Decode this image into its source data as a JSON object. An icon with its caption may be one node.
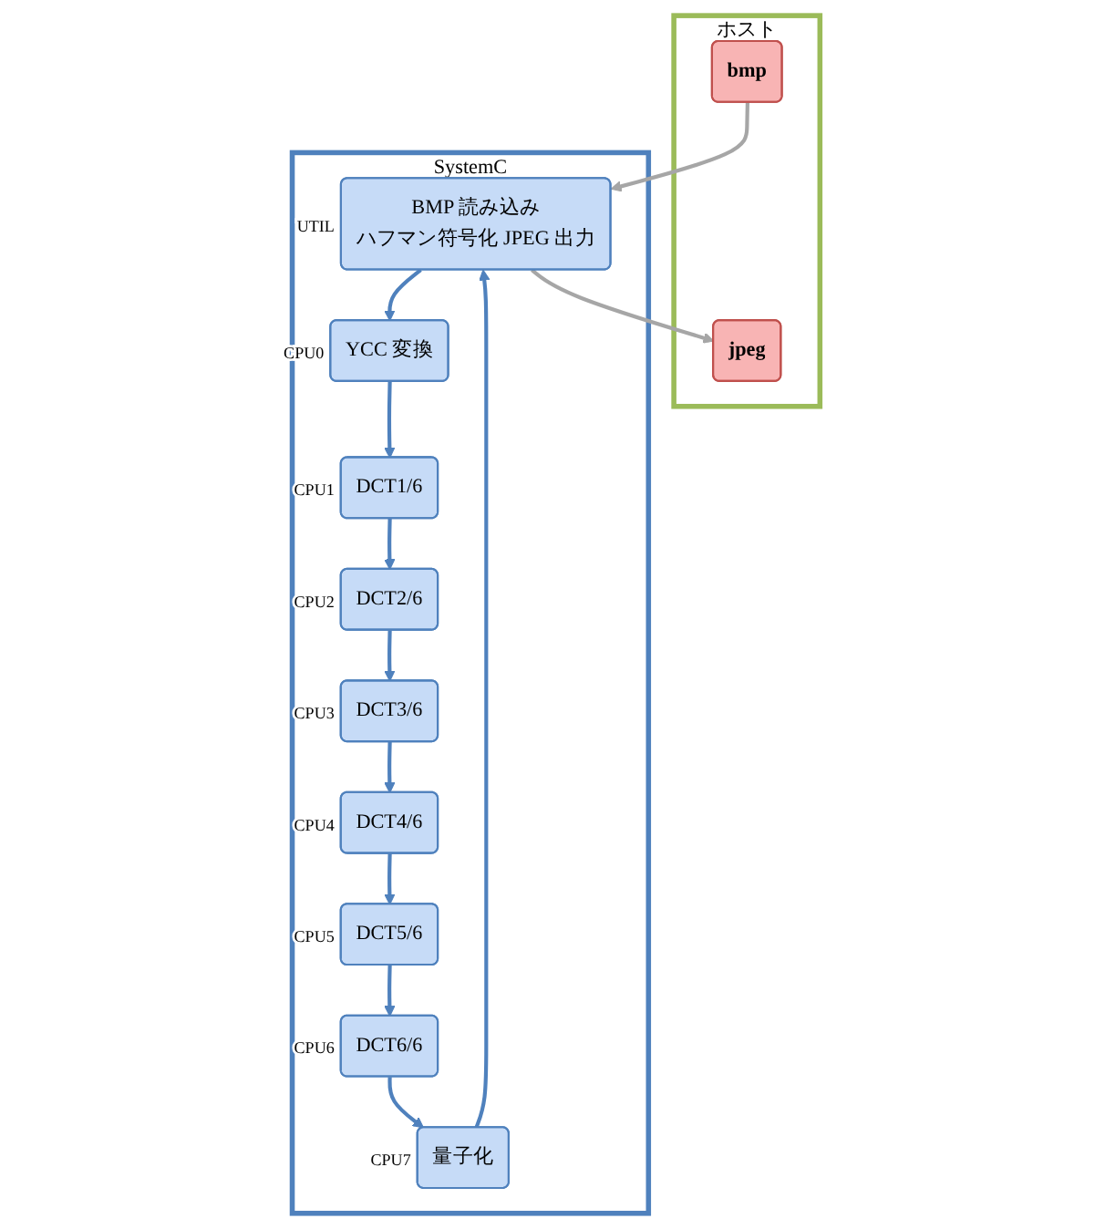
{
  "diagram": {
    "nodes": [
      {
        "text": [
          "ホスト"
        ]
      },
      {
        "text": [
          "bmp"
        ],
        "in": 0
      },
      {
        "text": [
          "jpeg"
        ],
        "in": 0
      },
      {
        "text": [
          "SystemC"
        ]
      },
      {
        "text": [
          "BMP 読み込み",
          "ハフマン符号化 JPEG 出力"
        ],
        "in": 3,
        "beside": [
          "UTIL"
        ]
      },
      {
        "text": [
          "YCC 変換"
        ],
        "in": 3,
        "beside": [
          "CPU0"
        ]
      },
      {
        "text": [
          "DCT1/6"
        ],
        "in": 3,
        "beside": [
          "CPU1"
        ]
      },
      {
        "text": [
          "DCT2/6"
        ],
        "in": 3,
        "beside": [
          "CPU2"
        ]
      },
      {
        "text": [
          "DCT3/6"
        ],
        "in": 3,
        "beside": [
          "CPU3"
        ]
      },
      {
        "text": [
          "DCT4/6"
        ],
        "in": 3,
        "beside": [
          "CPU4"
        ]
      },
      {
        "text": [
          "DCT5/6"
        ],
        "in": 3,
        "beside": [
          "CPU5"
        ]
      },
      {
        "text": [
          "DCT6/6"
        ],
        "in": 3,
        "beside": [
          "CPU6"
        ]
      },
      {
        "text": [
          "量子化"
        ],
        "in": 3,
        "beside": [
          "CPU7"
        ]
      }
    ],
    "edges": [
      {
        "from": 1,
        "to": 4,
        "arrow": "to",
        "color": "#a6a6a6"
      },
      {
        "from": 4,
        "to": 5,
        "arrow": "to"
      },
      {
        "from": 5,
        "to": 6,
        "arrow": "to"
      },
      {
        "from": 6,
        "to": 7,
        "arrow": "to"
      },
      {
        "from": 7,
        "to": 8,
        "arrow": "to"
      },
      {
        "from": 8,
        "to": 9,
        "arrow": "to"
      },
      {
        "from": 9,
        "to": 10,
        "arrow": "to"
      },
      {
        "from": 10,
        "to": 11,
        "arrow": "to"
      },
      {
        "from": 11,
        "to": 12,
        "arrow": "to"
      },
      {
        "from": 12,
        "to": 4,
        "arrow": "to"
      },
      {
        "from": 4,
        "to": 2,
        "arrow": "to",
        "color": "#a6a6a6"
      }
    ]
  }
}
